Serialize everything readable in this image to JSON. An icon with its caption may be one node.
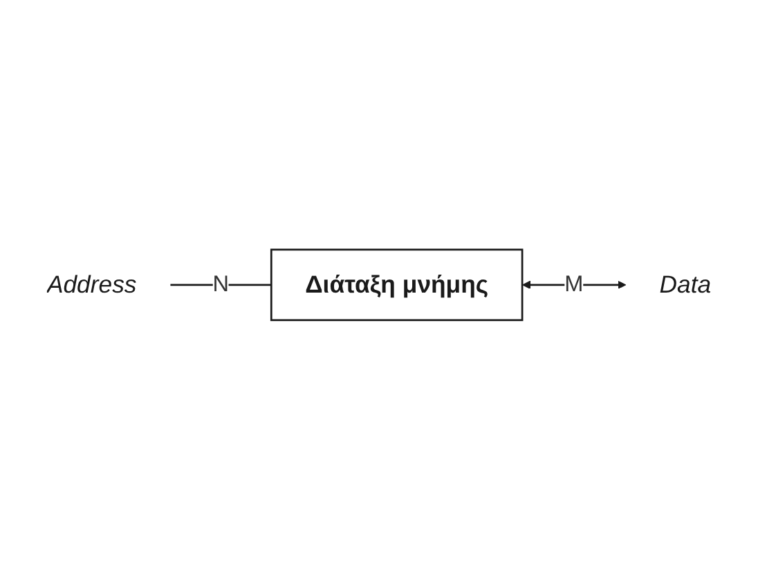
{
  "diagram": {
    "nodes": [
      {
        "text": [
          "Address"
        ]
      },
      {
        "text": [
          "Διάταξη μνήμης"
        ]
      },
      {
        "text": [
          "Data"
        ]
      }
    ],
    "edges": [
      {
        "from": 0,
        "to": 1,
        "arrow": "none",
        "label": "N"
      },
      {
        "from": 1,
        "to": 2,
        "arrow": "both",
        "label": "M"
      }
    ]
  }
}
